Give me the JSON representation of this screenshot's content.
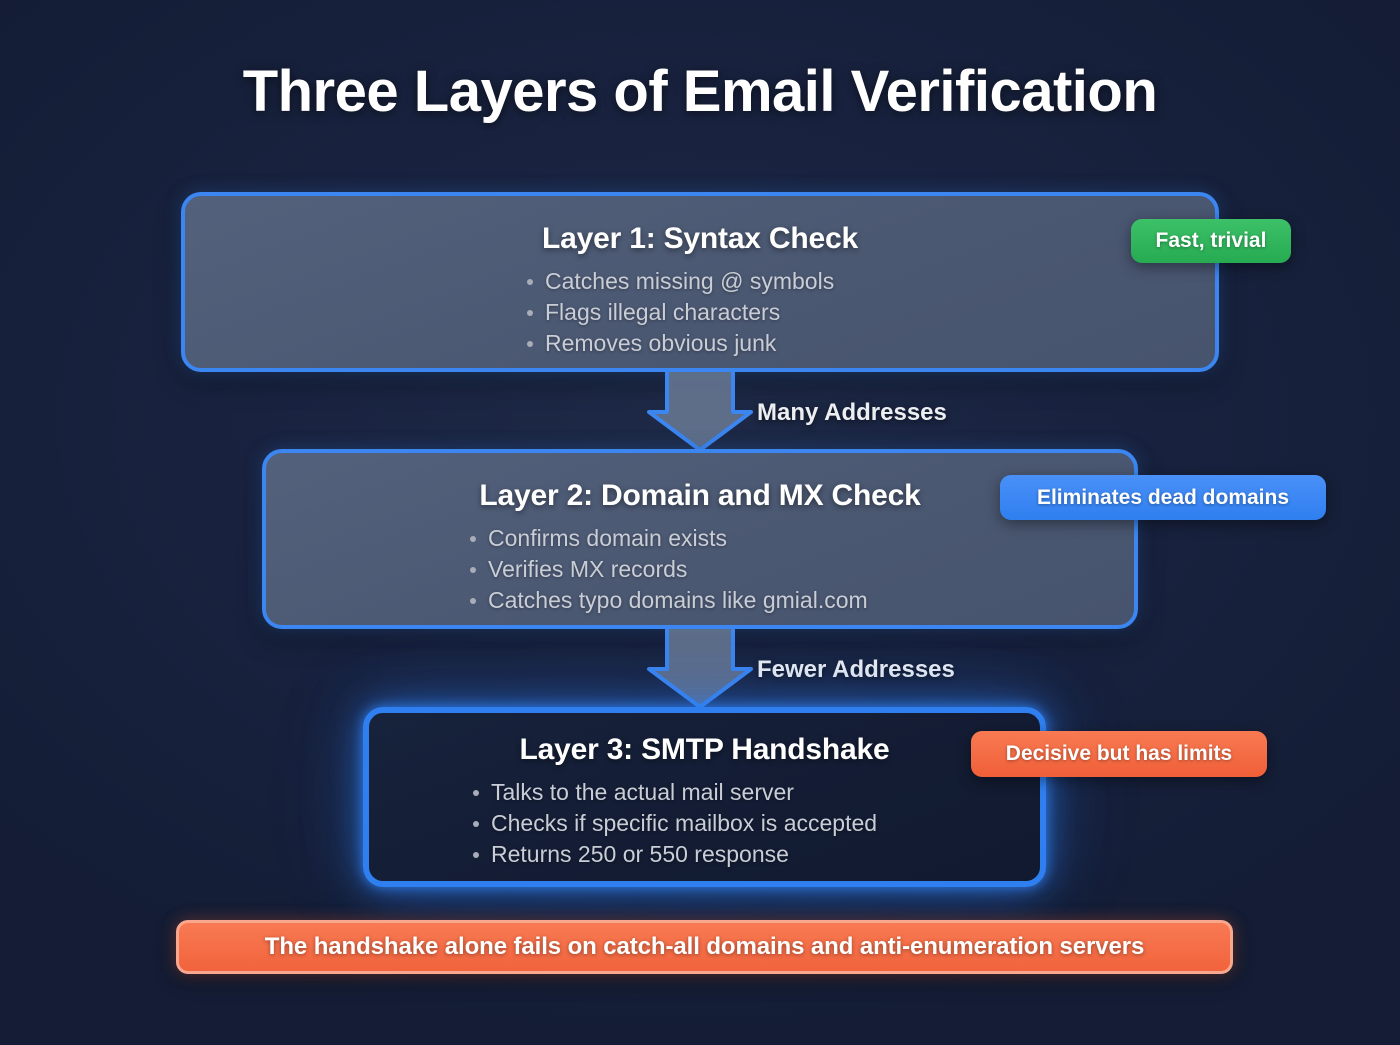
{
  "title": "Three Layers of Email Verification",
  "colors": {
    "background": "#16203a",
    "box_fill": "#4b5872",
    "box_border": "#3b86f0",
    "layer3_fill": "#131c33",
    "layer3_border": "#2f7ff0",
    "badge_green": "#2bb358",
    "badge_blue": "#3b86f0",
    "badge_orange": "#f1633c",
    "banner_fill": "#f1633c",
    "banner_border": "#f9a78e",
    "heading_text": "#ffffff",
    "bullet_text": "#c9cdd6"
  },
  "layers": [
    {
      "heading": "Layer 1: Syntax Check",
      "bullets": [
        "Catches missing @ symbols",
        "Flags illegal characters",
        "Removes obvious junk"
      ],
      "badge": "Fast, trivial"
    },
    {
      "heading": "Layer 2: Domain and MX Check",
      "bullets": [
        "Confirms domain exists",
        "Verifies MX records",
        "Catches typo domains like gmial.com"
      ],
      "badge": "Eliminates dead domains"
    },
    {
      "heading": "Layer 3: SMTP Handshake",
      "bullets": [
        "Talks to the actual mail server",
        "Checks if specific mailbox is accepted",
        "Returns 250 or 550 response"
      ],
      "badge": "Decisive but has limits"
    }
  ],
  "flows": [
    {
      "label": "Many Addresses"
    },
    {
      "label": "Fewer Addresses"
    }
  ],
  "banner": {
    "text": "The handshake alone fails on catch-all domains and anti-enumeration servers"
  }
}
